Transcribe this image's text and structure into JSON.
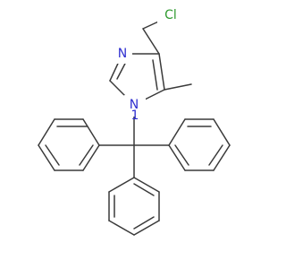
{
  "molecule": {
    "atom_labels": {
      "chlorine": "Cl",
      "nitrogen_3": "N",
      "nitrogen_1": "N",
      "nitrogen_1_locant": "1"
    },
    "colors": {
      "bond": "#3a3a3a",
      "chlorine": "#2e9a2e",
      "nitrogen": "#2f2fd0",
      "background": "#ffffff"
    }
  }
}
